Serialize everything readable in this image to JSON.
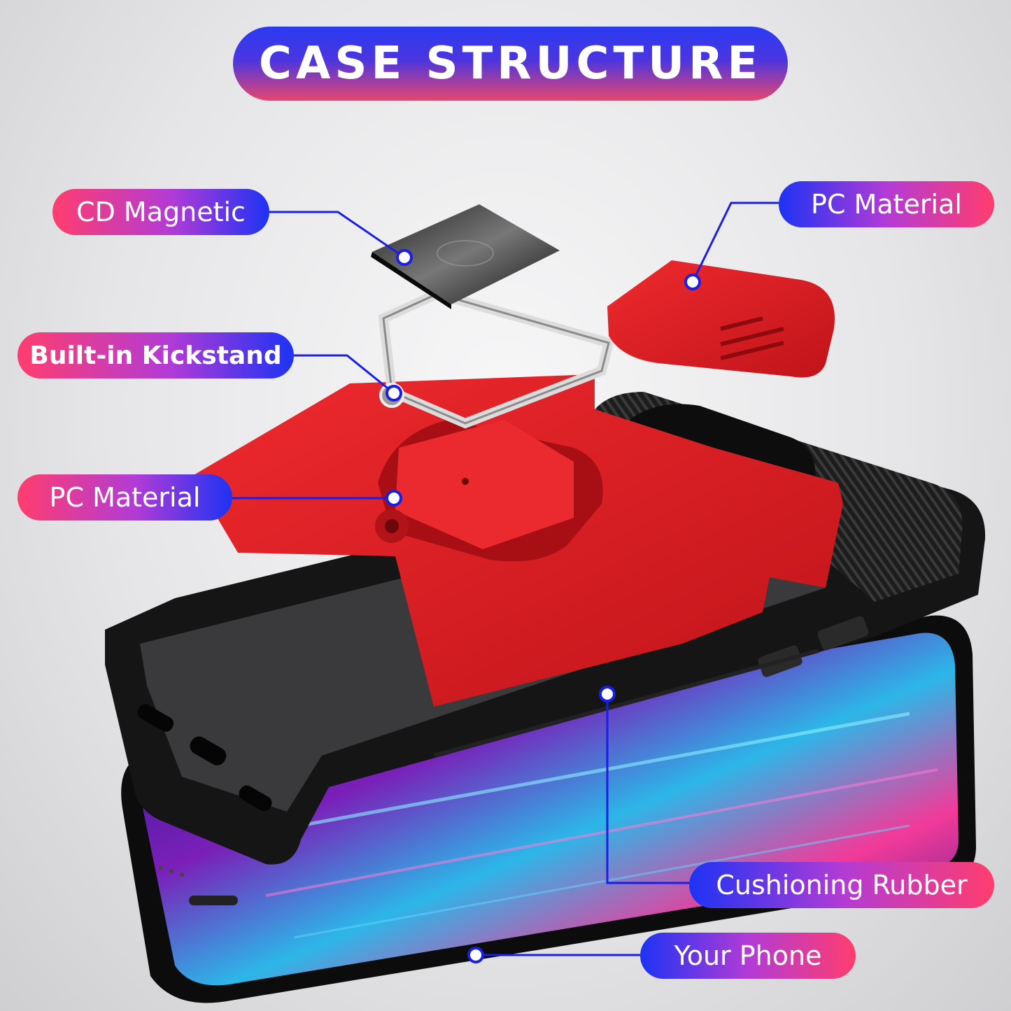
{
  "title": "CASE STRUCTURE",
  "labels": {
    "cd_magnetic": "CD Magnetic",
    "pc_material_lens": "PC Material",
    "built_in_kickstand": "Built-in Kickstand",
    "pc_material_plate": "PC Material",
    "cushioning_rubber": "Cushioning Rubber",
    "your_phone": "Your Phone"
  },
  "colors": {
    "callout_line": "#1a1ee6",
    "pill_pink": "#ff3d6e",
    "pill_blue": "#1d33f4",
    "case_red": "#d8181f",
    "bumper_black": "#141414"
  },
  "icons": [
    "cd-magnetic-plate-icon",
    "ring-kickstand-icon",
    "camera-slide-cover-icon",
    "phone-screen-icon"
  ]
}
